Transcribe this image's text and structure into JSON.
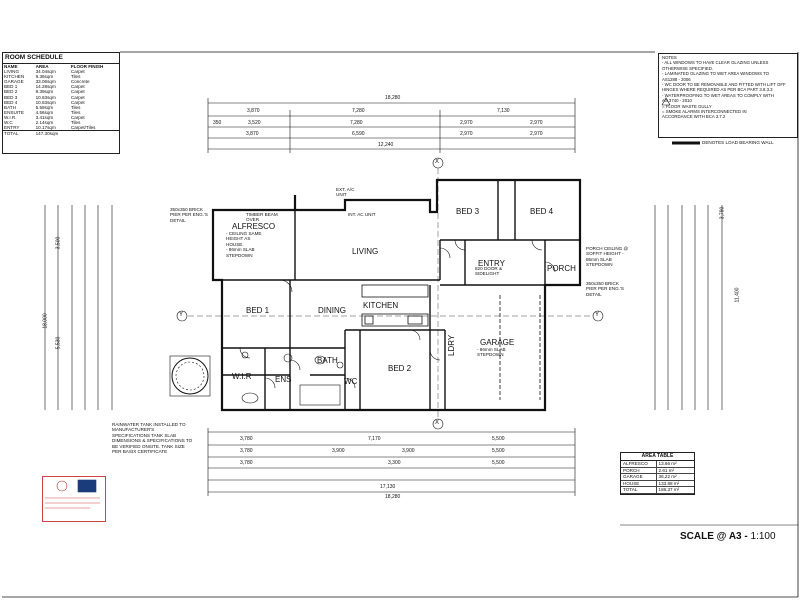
{
  "room_schedule": {
    "title": "ROOM SCHEDULE",
    "columns": [
      "NAME",
      "AREA",
      "FLOOR FINISH"
    ],
    "rows": [
      {
        "name": "LIVING",
        "area": "34.04sqm",
        "finish": "Carpet"
      },
      {
        "name": "KITCHEN",
        "area": "9.36sqm",
        "finish": "Tiles"
      },
      {
        "name": "GARAGE",
        "area": "33.06sqm",
        "finish": "Concrete"
      },
      {
        "name": "BED 1",
        "area": "14.28sqm",
        "finish": "Carpet"
      },
      {
        "name": "BED 2",
        "area": "9.39sqm",
        "finish": "Carpet"
      },
      {
        "name": "BED 3",
        "area": "10.63sqm",
        "finish": "Carpet"
      },
      {
        "name": "BED 4",
        "area": "10.63sqm",
        "finish": "Carpet"
      },
      {
        "name": "BATH",
        "area": "5.59sqm",
        "finish": "Tiles"
      },
      {
        "name": "ENSUITE",
        "area": "4.56sqm",
        "finish": "Tiles"
      },
      {
        "name": "W.I.R.",
        "area": "3.41sqm",
        "finish": "Carpet"
      },
      {
        "name": "W.C",
        "area": "2.14sqm",
        "finish": "Tiles"
      },
      {
        "name": "ENTRY",
        "area": "10.17sqm",
        "finish": "Carpet/Tiles"
      }
    ],
    "total": {
      "label": "TOTAL",
      "area": "147.30sqm"
    }
  },
  "notes": {
    "title": "NOTES",
    "lines": [
      "- ALL WINDOWS TO HAVE CLEAR GLAZING UNLESS",
      "  OTHERWISE SPECIFIED.",
      "- LAMINATED GLAZING TO WET AREA WINDOWS TO",
      "  AS1288 - 2006",
      "- WC DOOR TO BE REMOVABLE AND FITTED WITH LIFT OFF",
      "  HINGES WHERE REQUIRED AS PER BCA PART 3.8.3.3",
      "- WATERPROOFING TO WET AREAS TO COMPLY WITH",
      "  AS 3740 - 2010",
      "      = FLOOR WASTE GULLY",
      "      = SMOKE ALARMS INTERCONNECTED IN",
      "        ACCORDANCE WITH BCA 3.7.2",
      "",
      "",
      "",
      ""
    ],
    "legend": "DENOTES LOAD BEARING WALL"
  },
  "rooms": {
    "alfresco": "ALFRESCO",
    "living": "LIVING",
    "bed3": "BED 3",
    "bed4": "BED 4",
    "entry": "ENTRY",
    "porch": "PORCH",
    "bed1": "BED 1",
    "dining": "DINING",
    "kitchen": "KITCHEN",
    "garage": "GARAGE",
    "bed2": "BED 2",
    "bath": "BATH",
    "wir": "W.I.R",
    "ens": "ENS",
    "wc": "WC",
    "ldry": "LDRY"
  },
  "plan_notes": {
    "alfresco": [
      "- CEILING SAME",
      "  HEIGHT AS",
      "  HOUSE.",
      "- 86mm SLAB",
      "  STEPDOWN"
    ],
    "garage": [
      "- 86mm SLAB",
      "  STEPDOWN"
    ],
    "pier_left": [
      "350x350 BRICK",
      "PIER PER ENG.'S",
      "DETAIL"
    ],
    "timber_beam": [
      "TIMBER BEAM",
      "OVER"
    ],
    "ext_ac": [
      "EXT. A/C",
      "UNIT"
    ],
    "int_ac": "INT. AC UNIT",
    "porch": [
      "PORCH CEILING @",
      "SOFFIT HEIGHT -",
      "86mm SLAB",
      "STEPDOWN"
    ],
    "pier_right": [
      "350x350 BRICK",
      "PIER PER ENG.'S",
      "DETAIL"
    ],
    "entry_door": [
      "820 DOOR &",
      "SIDELIGHT"
    ],
    "tank": [
      "RAINWATER TANK INSTALLED TO",
      "MANUFACTURER'S",
      "SPECIFICATIONS TANK SLAB",
      "DIMENSIONS & SPECIFICATIONS TO",
      "BE VERIFIED ONSITE. TANK SIZE",
      "PER BASIX CERTIFICATE"
    ]
  },
  "grid": {
    "x": "X",
    "y": "Y"
  },
  "dims": {
    "top": [
      "18,280",
      "3,870",
      "7,280",
      "7,130",
      "350",
      "3,520",
      "7,280",
      "2,970",
      "2,970",
      "3,870",
      "6,590",
      "2,970",
      "2,970",
      "12,240"
    ],
    "bottom": [
      "3,780",
      "7,170",
      "5,500",
      "3,780",
      "3,900",
      "3,900",
      "5,500",
      "3,780",
      "3,300",
      "5,500",
      "17,130",
      "18,280"
    ],
    "left": [
      "18,000",
      "3,500",
      "5,530"
    ],
    "right": [
      "11,400",
      "3,790"
    ]
  },
  "area_table": {
    "title": "AREA TABLE",
    "rows": [
      {
        "name": "ALFRESCO",
        "value": "13.66 m²"
      },
      {
        "name": "PORCH",
        "value": "2.61 m²"
      },
      {
        "name": "GARAGE",
        "value": "36.22 m²"
      },
      {
        "name": "HOUSE",
        "value": "133.88 m²"
      },
      {
        "name": "TOTAL",
        "value": "186.37 m²"
      }
    ]
  },
  "scale": {
    "prefix": "SCALE @ A3 -",
    "ratio": "1:100"
  }
}
